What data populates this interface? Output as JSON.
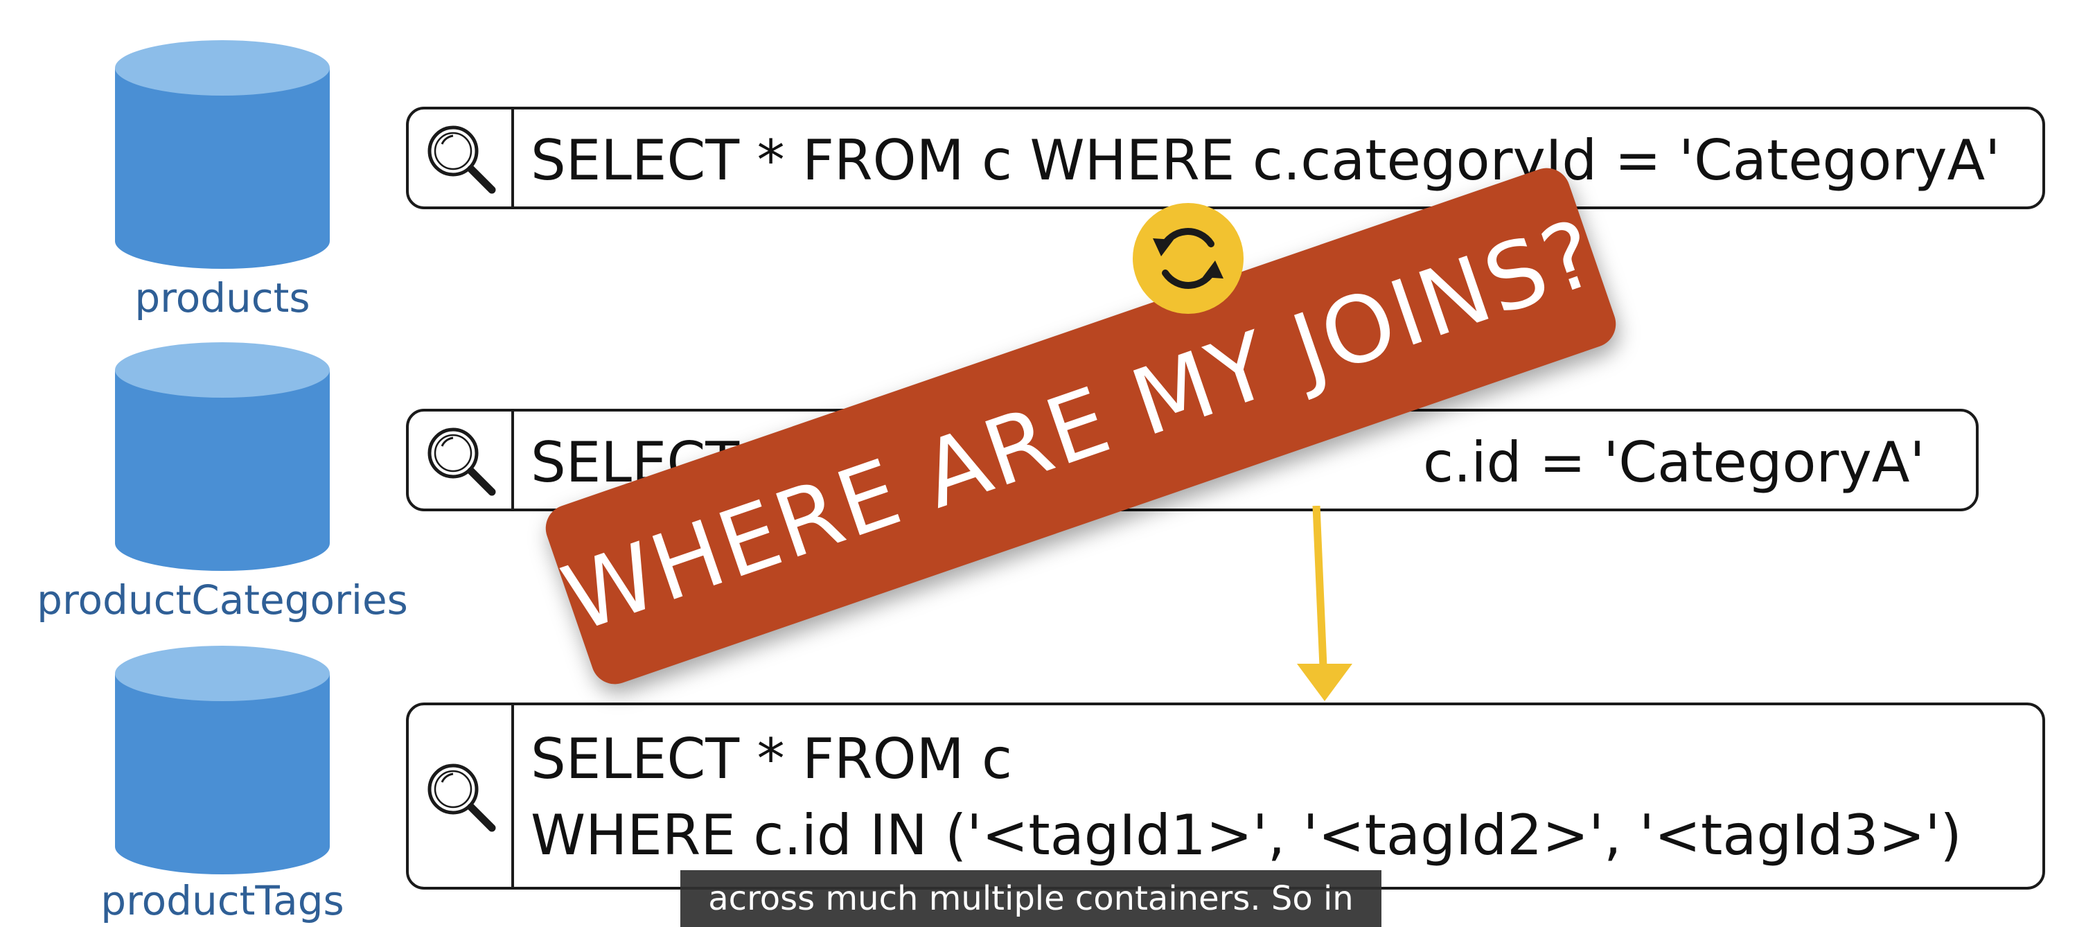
{
  "containers": [
    {
      "label": "products"
    },
    {
      "label": "productCategories"
    },
    {
      "label": "productTags"
    }
  ],
  "queries": [
    {
      "text": "SELECT * FROM c WHERE c.categoryId = 'CategoryA'",
      "icon": "search-icon"
    },
    {
      "text_left": "SELECT",
      "text_right": "c.id = 'CategoryA'",
      "icon": "search-icon"
    },
    {
      "line1": "SELECT * FROM c",
      "line2": "WHERE c.id IN ('<tagId1>', '<tagId2>', '<tagId3>')",
      "icon": "search-icon"
    }
  ],
  "banner": {
    "text": "WHERE ARE MY JOINS?"
  },
  "caption": {
    "text": "across much multiple containers. So in"
  },
  "colors": {
    "database": "#4a8fd4",
    "database_top": "#8cbde9",
    "label": "#2f5f96",
    "banner": "#b94621",
    "accent": "#f2c230"
  }
}
